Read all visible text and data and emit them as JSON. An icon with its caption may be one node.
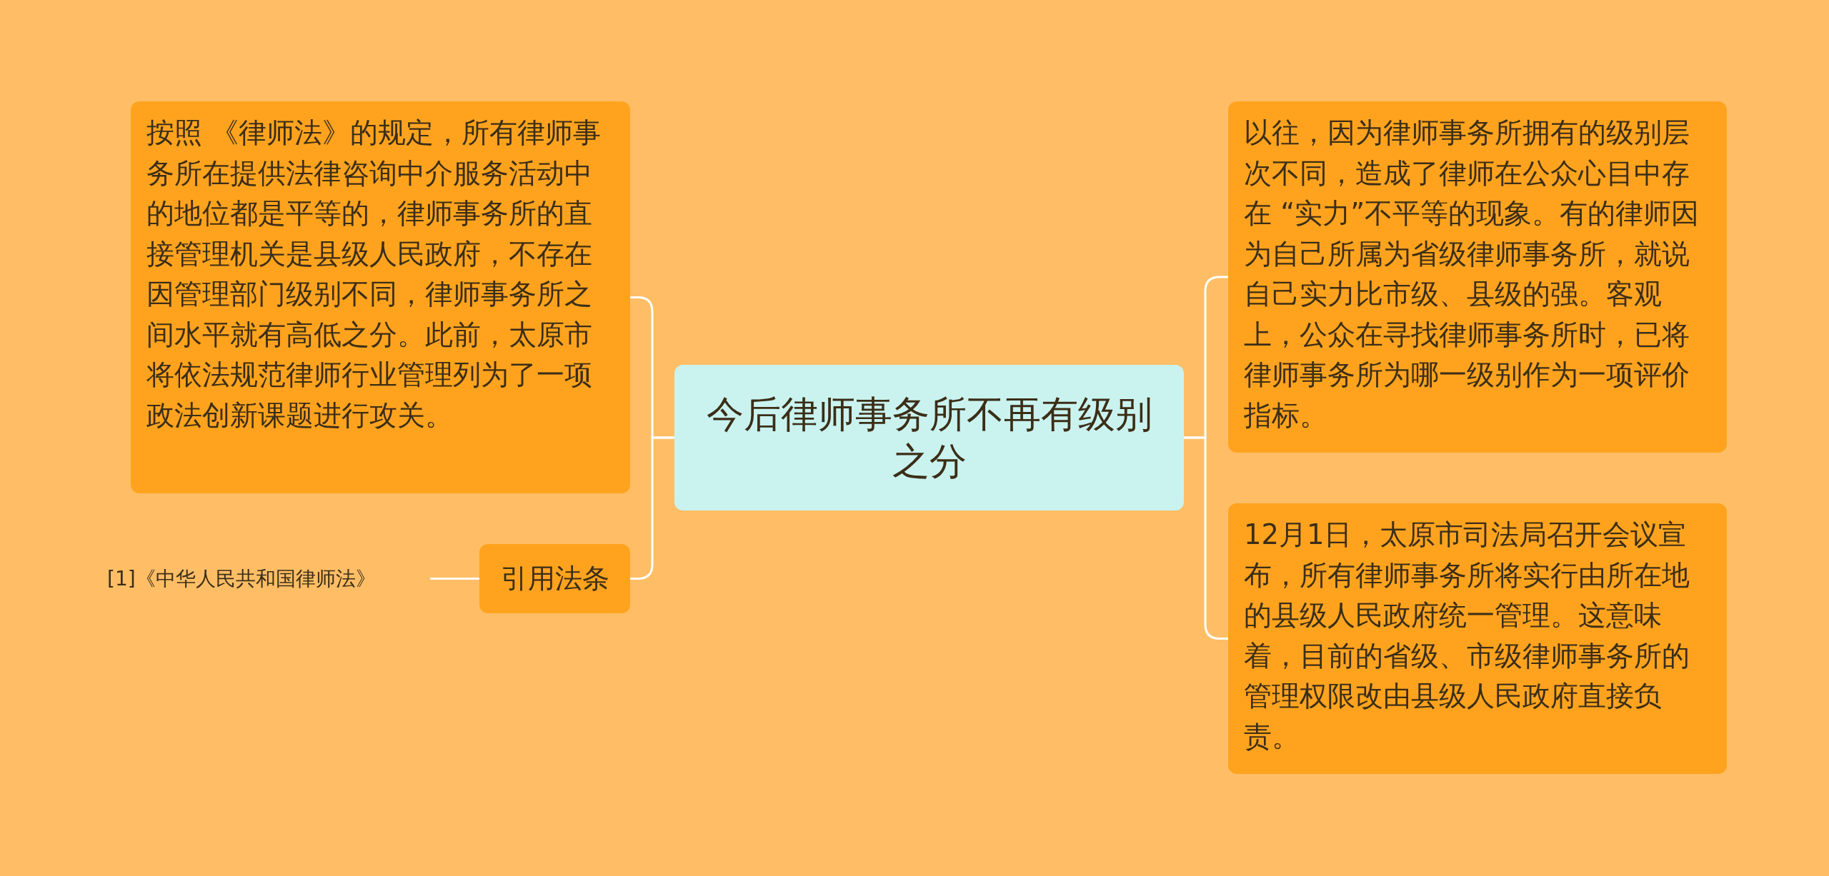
{
  "diagram": {
    "nodes": [
      {
        "text": [
          "今后律师事务所不再有级别之分"
        ]
      },
      {
        "text": [
          "按照 《律师法》的规定，所有律师事务所在提供法律咨询中介服务活动中的地位都是平等的，律师事务所的直接管理机关是县级人民政府，不存在因管理部门级别不同，律师事务所之间水平就有高低之分。此前，太原市将依法规范律师行业管理列为了一项政法创新课题进行攻关。"
        ]
      },
      {
        "text": [
          "引用法条"
        ]
      },
      {
        "text": [
          "[1]《中华人民共和国律师法》"
        ]
      },
      {
        "text": [
          "以往，因为律师事务所拥有的级别层次不同，造成了律师在公众心目中存在 “实力”不平等的现象。有的律师因为自己所属为省级律师事务所，就说自己实力比市级、县级的强。客观上，公众在寻找律师事务所时，已将律师事务所为哪一级别作为一项评价指标。"
        ]
      },
      {
        "text": [
          "12月1日，太原市司法局召开会议宣布，所有律师事务所将实行由所在地的县级人民政府统一管理。这意味着，目前的省级、市级律师事务所的管理权限改由县级人民政府直接负责。"
        ]
      }
    ],
    "edges": [
      {
        "from": 0,
        "to": 1,
        "arrow": "none"
      },
      {
        "from": 0,
        "to": 2,
        "arrow": "none"
      },
      {
        "from": 2,
        "to": 3,
        "arrow": "none"
      },
      {
        "from": 0,
        "to": 4,
        "arrow": "none"
      },
      {
        "from": 0,
        "to": 5,
        "arrow": "none"
      }
    ]
  }
}
